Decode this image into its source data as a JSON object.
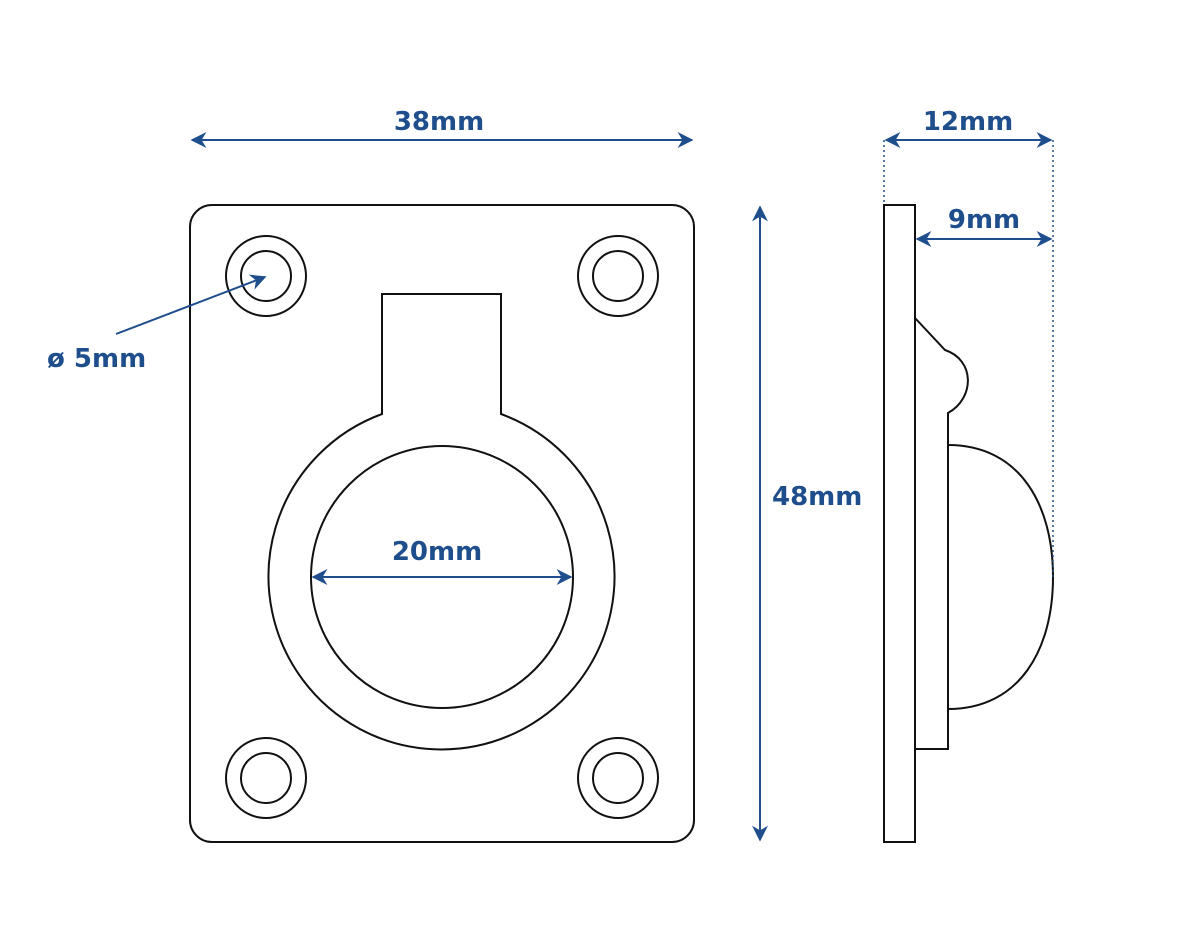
{
  "dimensions": {
    "width": "38mm",
    "height": "48mm",
    "depth_total": "12mm",
    "depth_ring": "9mm",
    "ring_inner": "20mm",
    "hole_diameter": "ø 5mm"
  },
  "colors": {
    "dimension": "#1f4e8c",
    "outline": "#111111",
    "background": "#ffffff"
  }
}
